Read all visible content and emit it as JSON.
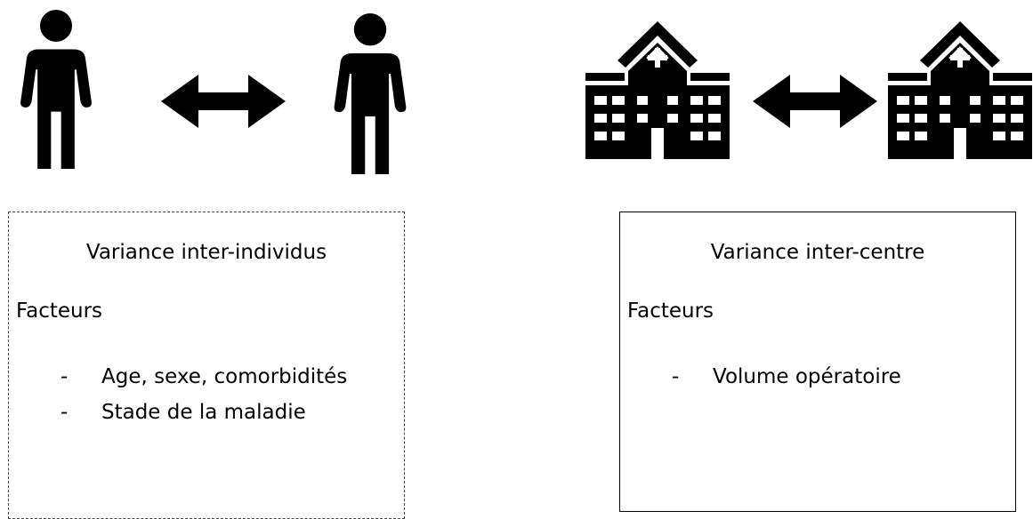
{
  "left_panel": {
    "title": "Variance inter-individus",
    "subtitle": "Facteurs",
    "factors": [
      "Age, sexe, comorbidités",
      "Stade de la maladie"
    ],
    "dash": "-"
  },
  "right_panel": {
    "title": "Variance inter-centre",
    "subtitle": "Facteurs",
    "factors": [
      "Volume opératoire"
    ],
    "dash": "-"
  },
  "icons": {
    "left_group": [
      "person-icon",
      "double-arrow-icon",
      "person-icon"
    ],
    "right_group": [
      "hospital-icon",
      "double-arrow-icon",
      "hospital-icon"
    ]
  },
  "colors": {
    "icon_fill": "#000000",
    "border": "#000000"
  }
}
